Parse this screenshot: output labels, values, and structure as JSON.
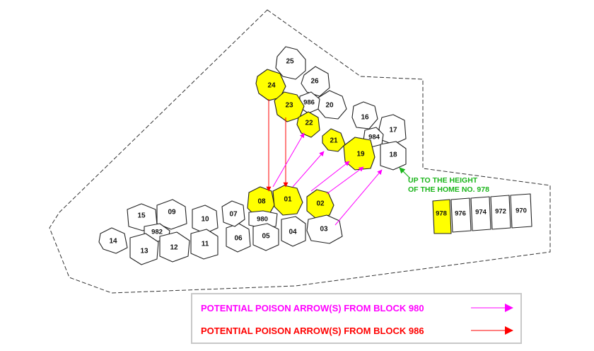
{
  "colors": {
    "highlight": "#ffff00",
    "arrow_980": "#ff00ff",
    "arrow_986": "#ff0000",
    "note": "#1bb51b",
    "legend_border": "#c8c8c8"
  },
  "blocks": {
    "b25": "25",
    "b24": "24",
    "b26": "26",
    "b23": "23",
    "b986": "986",
    "b20": "20",
    "b22": "22",
    "b21": "21",
    "b16": "16",
    "b17": "17",
    "b984": "984",
    "b19": "19",
    "b18": "18",
    "b08": "08",
    "b01": "01",
    "b02": "02",
    "b980": "980",
    "b03": "03",
    "b04": "04",
    "b05": "05",
    "b06": "06",
    "b07": "07",
    "b10": "10",
    "b11": "11",
    "b09": "09",
    "b15": "15",
    "b982": "982",
    "b12": "12",
    "b13": "13",
    "b14": "14",
    "b978": "978",
    "b976": "976",
    "b974": "974",
    "b972": "972",
    "b970": "970"
  },
  "note": {
    "line1": "UP TO THE HEIGHT",
    "line2": "OF THE HOME NO. 978"
  },
  "legend": {
    "item_980": "POTENTIAL POISON ARROW(S) FROM BLOCK 980",
    "item_986": "POTENTIAL POISON ARROW(S) FROM BLOCK 986"
  }
}
